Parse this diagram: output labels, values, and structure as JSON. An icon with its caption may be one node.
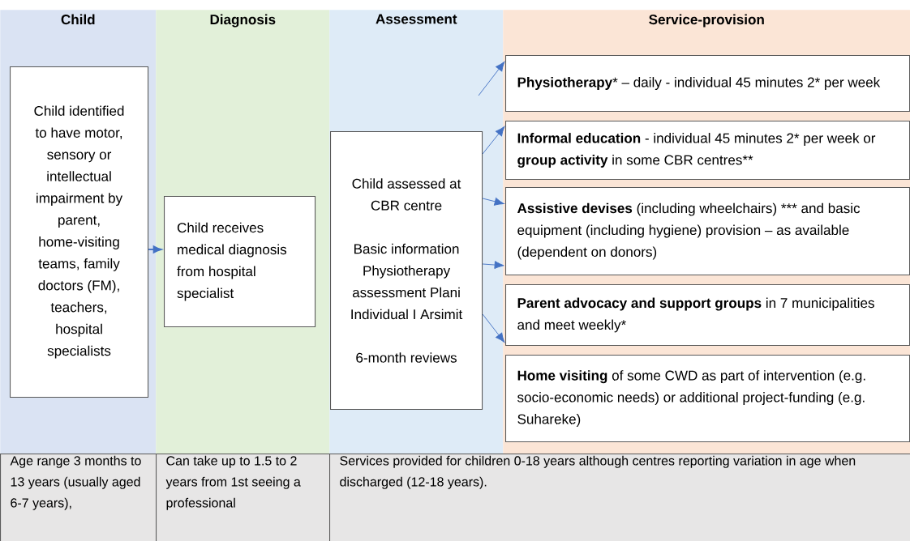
{
  "diagram": {
    "nodes": [
      {
        "text": [
          "Child"
        ]
      },
      {
        "text": [
          "Diagnosis"
        ]
      },
      {
        "text": [
          "Assessment"
        ]
      },
      {
        "text": [
          "Service-provision"
        ]
      },
      {
        "text": [
          "Child identified to have motor, sensory or intellectual impairment by parent, home-visiting teams, family doctors (FM), teachers, hospital specialists"
        ],
        "in": 0
      },
      {
        "text": [
          "Child receives medical diagnosis from hospital specialist"
        ],
        "in": 1
      },
      {
        "text": [
          "Child assessed at CBR centre",
          "Basic information Physiotherapy assessment Plani Individual I Arsimit",
          "6-month reviews"
        ],
        "in": 2
      },
      {
        "text": [
          "**Physiotherapy*** – daily - individual 45 minutes 2* per week"
        ],
        "in": 3
      },
      {
        "text": [
          "**Informal education** - individual 45 minutes 2* per week or **group activity** in some CBR centres**"
        ],
        "in": 3
      },
      {
        "text": [
          "**Assistive devises** (including wheelchairs) *** and basic equipment (including hygiene) provision – as available (dependent on donors)"
        ],
        "in": 3
      },
      {
        "text": [
          "**Parent advocacy and support groups** in 7 municipalities and meet weekly*"
        ],
        "in": 3
      },
      {
        "text": [
          "**Home visiting** of some CWD as part of intervention (e.g. socio-economic needs) or additional project-funding (e.g. Suhareke)"
        ],
        "in": 3
      }
    ],
    "edges": [
      {
        "from": 4,
        "to": 5,
        "arrow": "to"
      },
      {
        "from": null,
        "to": 7,
        "arrow": "to"
      },
      {
        "from": 6,
        "to": 8,
        "arrow": "to"
      },
      {
        "from": 6,
        "to": 9,
        "arrow": "to"
      },
      {
        "from": 6,
        "to": 9,
        "arrow": "to"
      },
      {
        "from": 6,
        "to": 10,
        "arrow": "to"
      }
    ],
    "labels": [
      "Age range 3 months to 13 years (usually aged 6-7 years),",
      "Can take up to 1.5 to 2 years from 1st seeing a professional",
      "Services provided for children 0-18 years although centres reporting variation in age when discharged (12-18 years)."
    ]
  }
}
